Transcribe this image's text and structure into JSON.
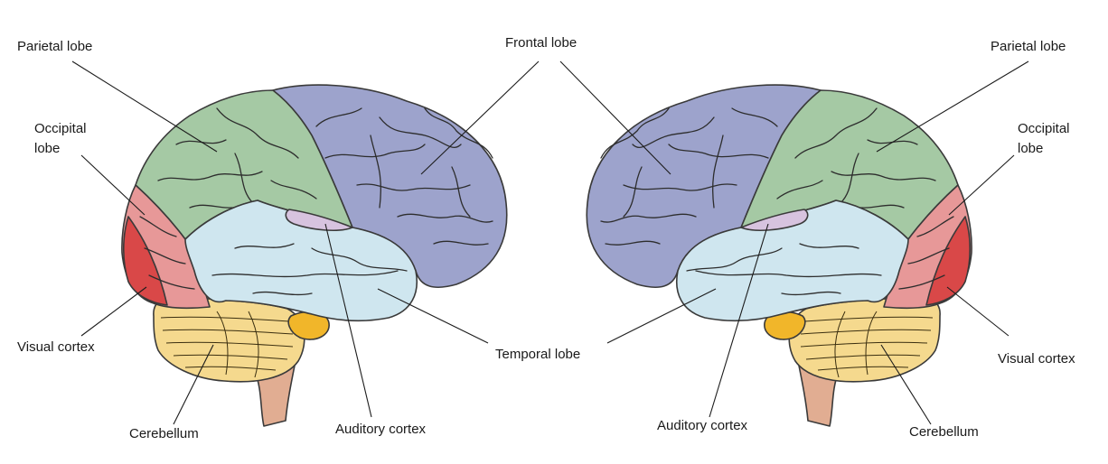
{
  "colors": {
    "frontal": "#9da3cc",
    "parietal": "#a5c9a4",
    "occipital": "#e79898",
    "visual": "#d94848",
    "temporal": "#cfe6ef",
    "auditory": "#d7c3df",
    "cerebellum": "#f5d98e",
    "pons": "#f1b62a",
    "brainstem": "#e1ad92"
  },
  "left_brain": {
    "parietal": "Parietal lobe",
    "occipital_1": "Occipital",
    "occipital_2": "lobe",
    "visual": "Visual cortex",
    "cerebellum": "Cerebellum",
    "auditory": "Auditory cortex"
  },
  "center": {
    "frontal": "Frontal lobe",
    "temporal": "Temporal lobe"
  },
  "right_brain": {
    "parietal": "Parietal lobe",
    "occipital_1": "Occipital",
    "occipital_2": "lobe",
    "visual": "Visual cortex",
    "cerebellum": "Cerebellum",
    "auditory": "Auditory cortex"
  }
}
